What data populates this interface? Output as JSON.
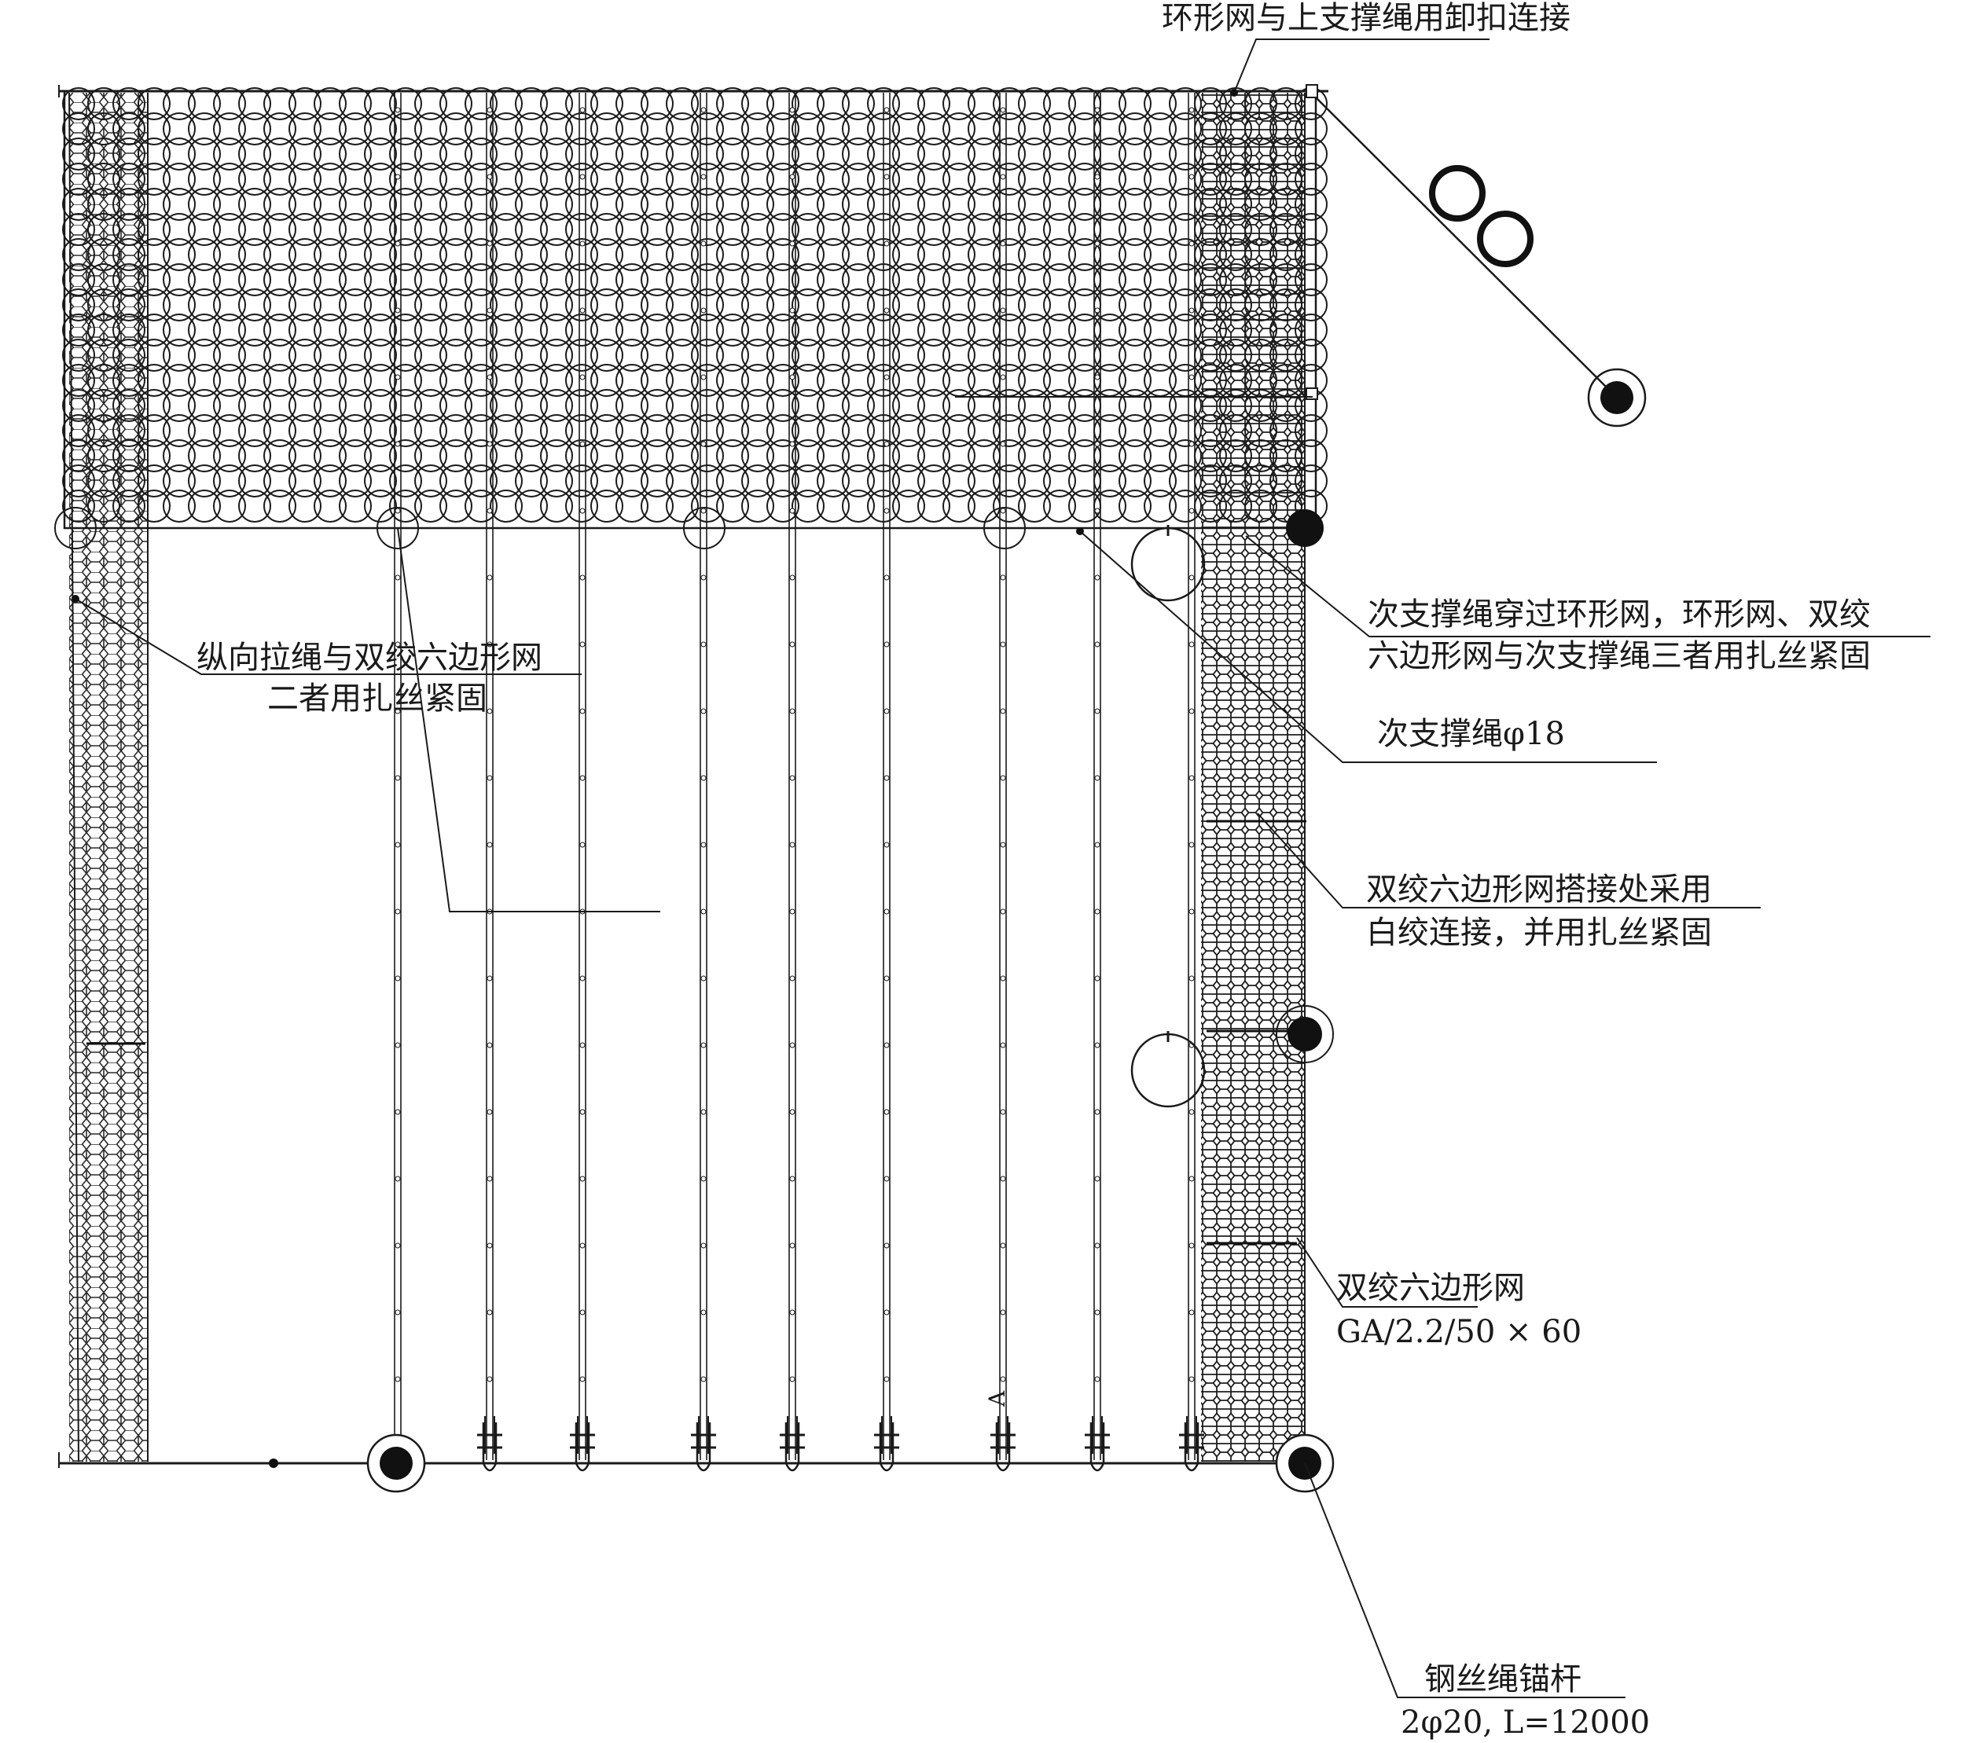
{
  "labels": {
    "top_connection": "环形网与上支撑绳用卸扣连接",
    "left_rope_line1": "纵向拉绳与双绞六边形网",
    "left_rope_line2": "二者用扎丝紧固",
    "secondary_pass_line1": "次支撑绳穿过环形网，环形网、双绞",
    "secondary_pass_line2": "六边形网与次支撑绳三者用扎丝紧固",
    "secondary_rope": "次支撑绳φ18",
    "overlap_line1": "双绞六边形网搭接处采用",
    "overlap_line2": "白绞连接，并用扎丝紧固",
    "hex_mesh_line1": "双绞六边形网",
    "hex_mesh_line2": "GA/2.2/50 × 60",
    "anchor_line1": "钢丝绳锚杆",
    "anchor_line2": "2φ20, L=12000",
    "rope_mark": "A"
  },
  "colors": {
    "line": "#1a1a1a",
    "mesh": "#2a2a2a",
    "anchor_fill": "#111111"
  }
}
